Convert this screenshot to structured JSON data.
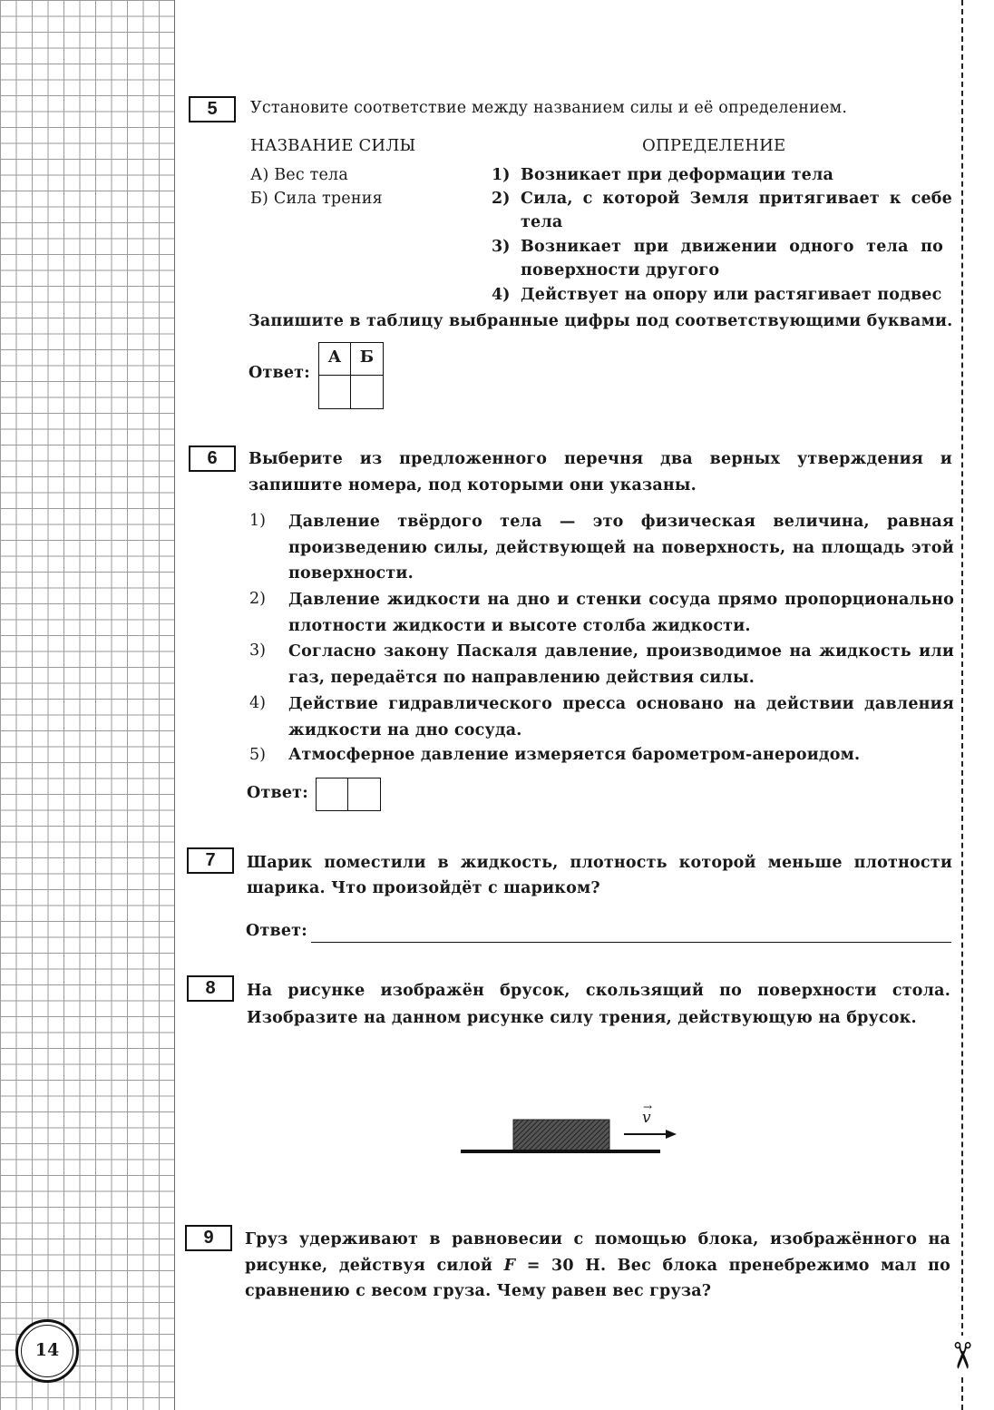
{
  "page_number": "14",
  "q5": {
    "number": "5",
    "prompt": "Установите соответствие между названием силы и её определением.",
    "col_left_header": "НАЗВАНИЕ СИЛЫ",
    "col_right_header": "ОПРЕДЕЛЕНИЕ",
    "left_items": [
      "А) Вес тела",
      "Б) Сила трения"
    ],
    "right_items": [
      {
        "num": "1)",
        "text": "Возникает при деформации тела"
      },
      {
        "num": "2)",
        "text": "Сила, с которой Земля притягивает к себе тела"
      },
      {
        "num": "3)",
        "text": "Возникает при движении одного тела по поверхности другого"
      },
      {
        "num": "4)",
        "text": "Действует на опору или растягивает подвес"
      }
    ],
    "instruction": "Запишите в таблицу выбранные цифры под соответствующими буквами.",
    "answer_label": "Ответ:",
    "table_headers": [
      "А",
      "Б"
    ]
  },
  "q6": {
    "number": "6",
    "prompt_a": "Выберите из предложенного перечня ",
    "prompt_bold": "два",
    "prompt_b": " верных утверждения и запишите номера, под которыми они указаны.",
    "items": [
      {
        "num": "1)",
        "text": "Давление твёрдого тела — это физическая величина, равная произведению силы, действующей на поверхность, на площадь этой поверхности."
      },
      {
        "num": "2)",
        "text": "Давление жидкости на дно и стенки сосуда прямо пропорционально плотности жидкости и высоте столба жидкости."
      },
      {
        "num": "3)",
        "text": "Согласно закону Паскаля давление, производимое на жидкость или газ, передаётся по направлению действия силы."
      },
      {
        "num": "4)",
        "text": "Действие гидравлического пресса основано на действии давления жидкости на дно сосуда."
      },
      {
        "num": "5)",
        "text": "Атмосферное давление измеряется барометром-анероидом."
      }
    ],
    "answer_label": "Ответ:"
  },
  "q7": {
    "number": "7",
    "prompt": "Шарик поместили в жидкость, плотность которой меньше плотности шарика. Что произойдёт с шариком?",
    "answer_label": "Ответ:"
  },
  "q8": {
    "number": "8",
    "prompt": "На рисунке изображён брусок, скользящий по поверхности стола. Изобразите на данном рисунке силу трения, действующую на брусок.",
    "velocity_label": "v"
  },
  "q9": {
    "number": "9",
    "prompt_a": "Груз удерживают в равновесии с помощью блока, изображённого на рисунке, действуя силой ",
    "force_symbol": "F",
    "prompt_b": " = 30 Н. Вес блока пренебрежимо мал по сравнению с весом груза. Чему равен вес груза?"
  }
}
